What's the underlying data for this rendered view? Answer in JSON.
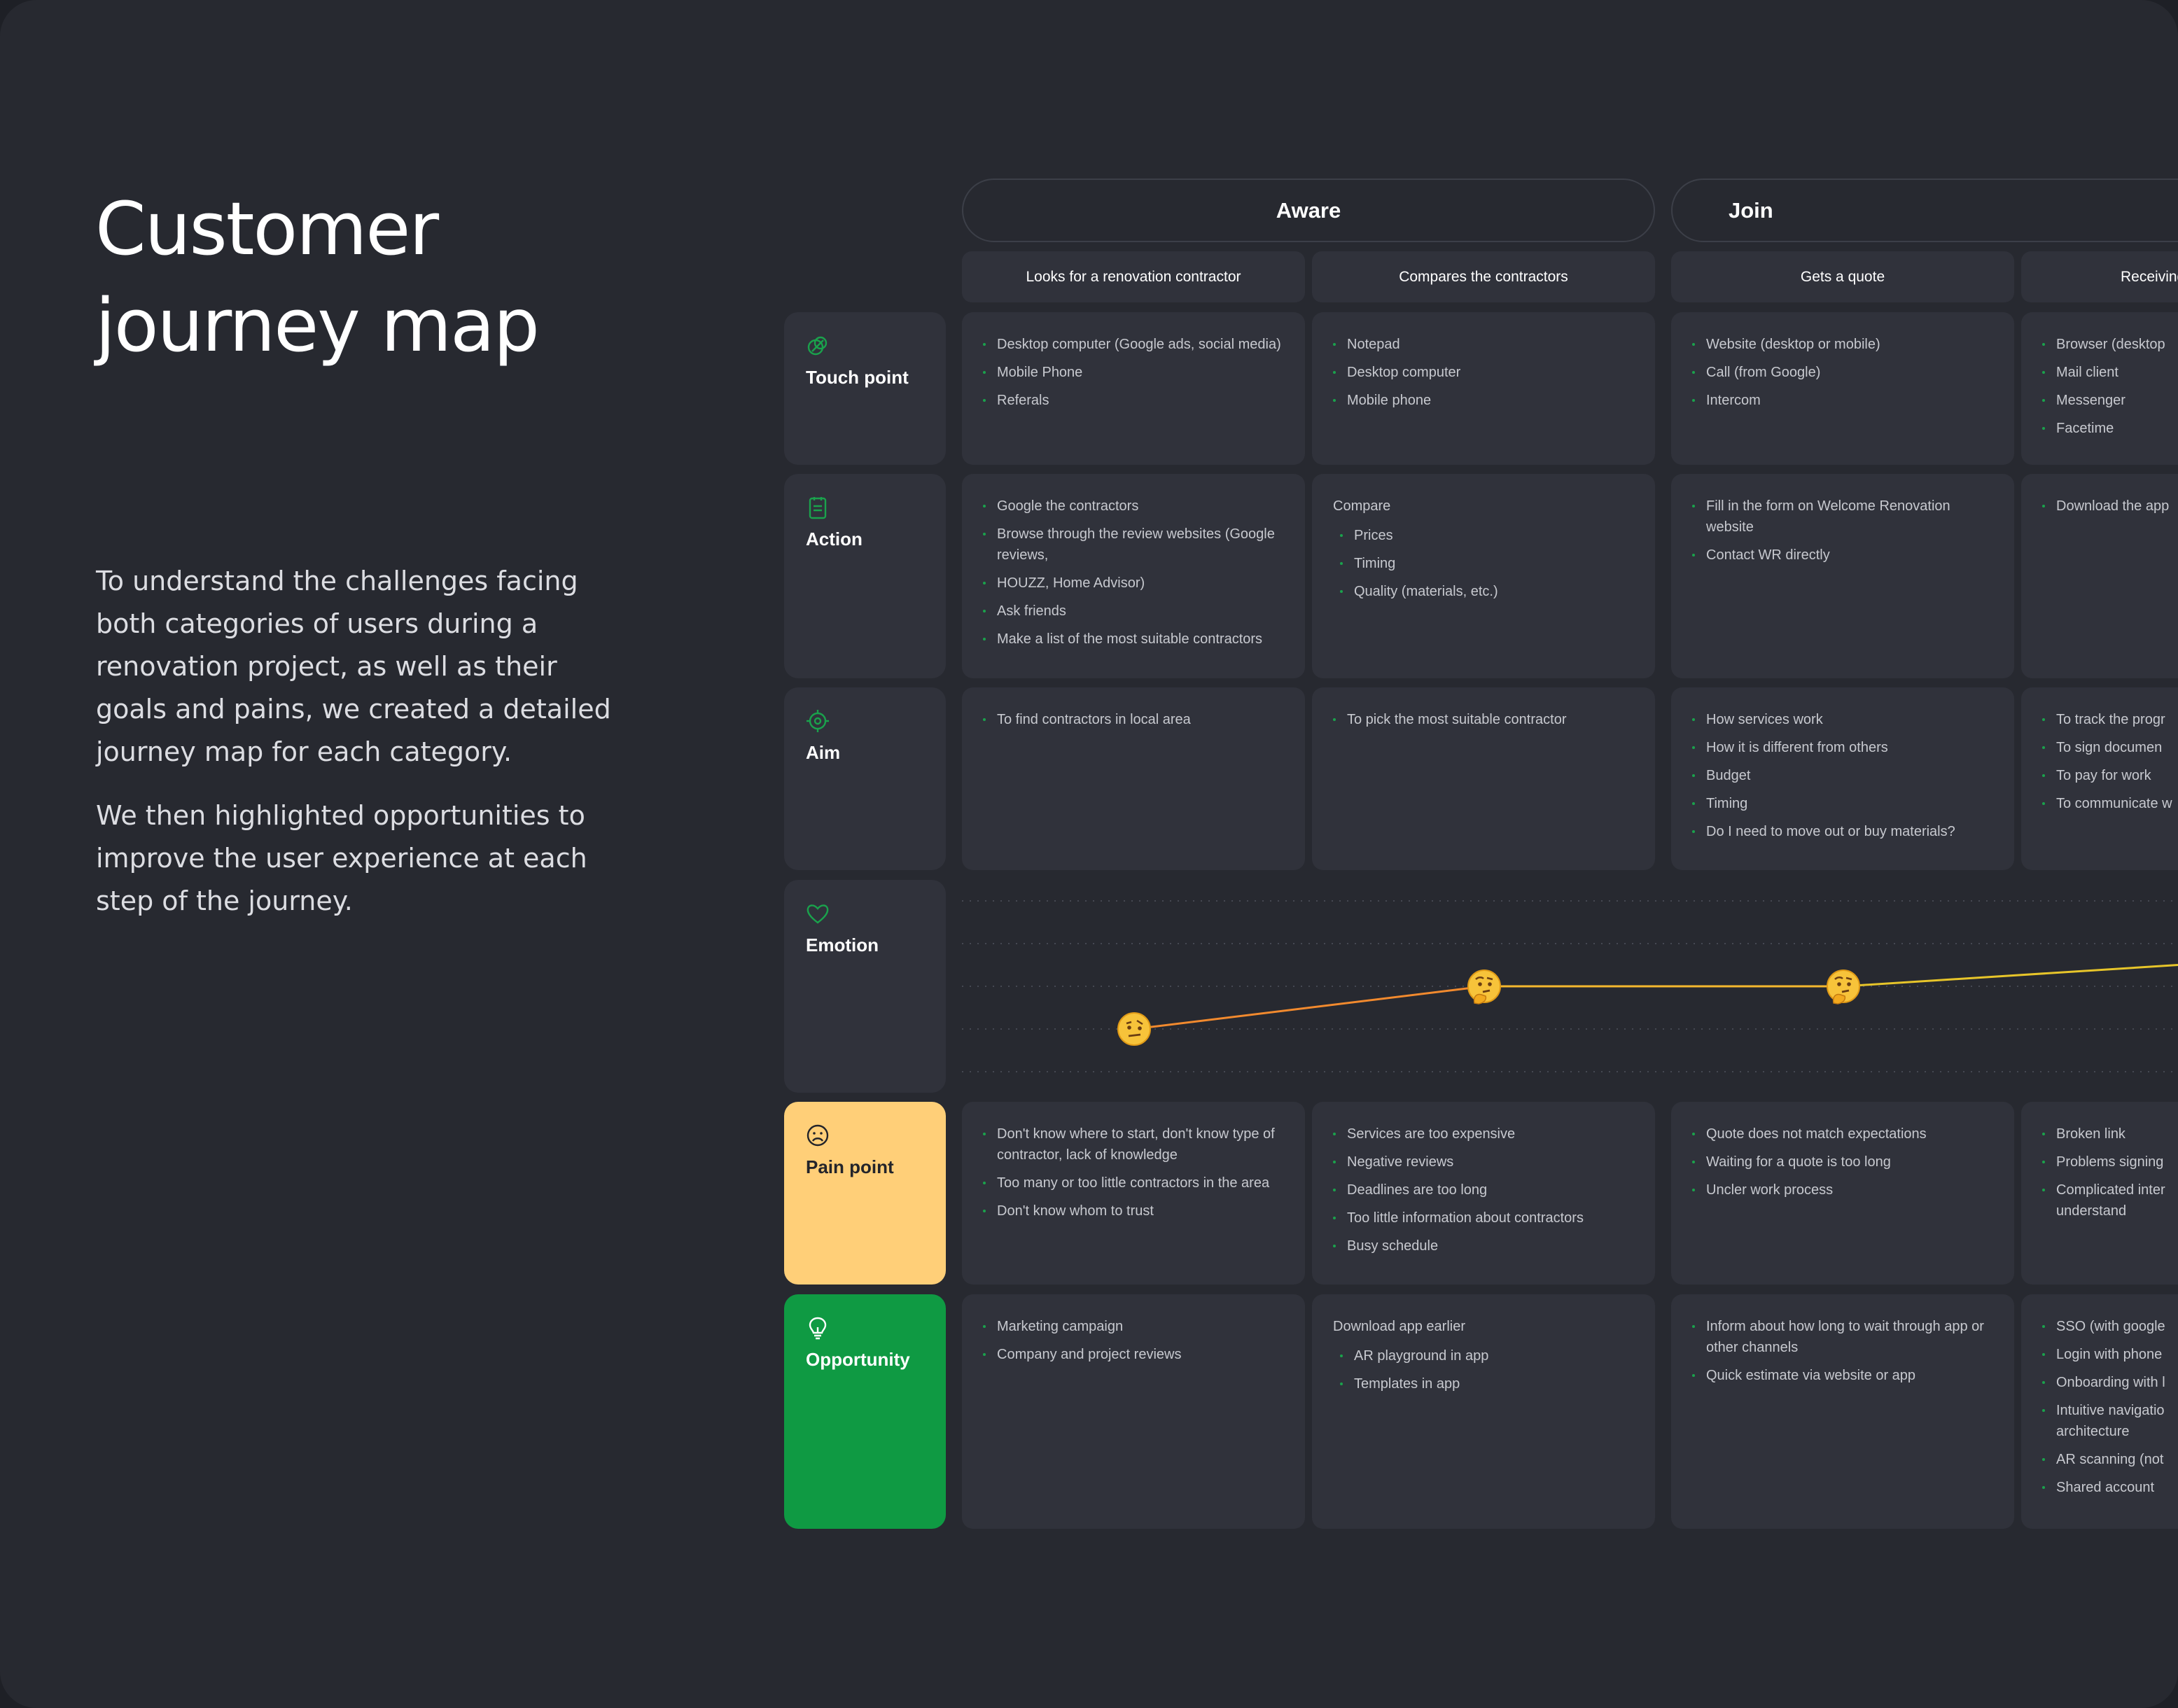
{
  "title": [
    "Customer",
    "journey map"
  ],
  "intro": [
    "To understand the challenges facing both categories of users during a renovation project, as well as their goals and pains, we created a detailed journey map for each category.",
    "We then highlighted opportunities to improve the user experience at each step of the journey."
  ],
  "stages": [
    "Aware",
    "Join"
  ],
  "steps": [
    "Looks for a renovation contractor",
    "Compares the contractors",
    "Gets a quote",
    "Receiving"
  ],
  "rows": [
    {
      "label": "Touch point",
      "icon": "touch-point-icon"
    },
    {
      "label": "Action",
      "icon": "clipboard-icon"
    },
    {
      "label": "Aim",
      "icon": "target-icon"
    },
    {
      "label": "Emotion",
      "icon": "heart-icon"
    },
    {
      "label": "Pain point",
      "icon": "sad-face-icon"
    },
    {
      "label": "Opportunity",
      "icon": "lightbulb-icon"
    }
  ],
  "cells": {
    "touch": [
      {
        "items": [
          "Desktop computer (Google ads, social media)",
          "Mobile Phone",
          "Referals"
        ]
      },
      {
        "items": [
          "Notepad",
          "Desktop computer",
          "Mobile phone"
        ]
      },
      {
        "items": [
          "Website (desktop or mobile)",
          "Call (from Google)",
          "Intercom"
        ]
      },
      {
        "items": [
          "Browser (desktop",
          "Mail client",
          "Messenger",
          "Facetime"
        ]
      }
    ],
    "action": [
      {
        "items": [
          "Google the contractors",
          "Browse through the review websites (Google reviews,",
          "HOUZZ, Home Advisor)",
          "Ask friends",
          "Make a list of the most suitable contractors"
        ]
      },
      {
        "head": "Compare",
        "items": [
          "Prices",
          "Timing",
          "Quality (materials, etc.)"
        ]
      },
      {
        "items": [
          "Fill in the form on Welcome Renovation website",
          "Contact WR directly"
        ]
      },
      {
        "items": [
          "Download the app"
        ]
      }
    ],
    "aim": [
      {
        "items": [
          "To find contractors in local area"
        ]
      },
      {
        "items": [
          "To pick the most suitable contractor"
        ]
      },
      {
        "items": [
          "How services work",
          "How it is different from others",
          "Budget",
          "Timing",
          "Do I need to move out or buy materials?"
        ]
      },
      {
        "items": [
          "To track the progr",
          "To sign documen",
          "To pay for work",
          "To communicate w"
        ]
      }
    ],
    "pain": [
      {
        "items": [
          "Don't know where to start, don't know type of contractor, lack of knowledge",
          "Too many or too little contractors in the area",
          "Don't know whom to trust"
        ]
      },
      {
        "items": [
          "Services are too expensive",
          "Negative reviews",
          "Deadlines are too long",
          "Too little information about contractors",
          "Busy schedule"
        ]
      },
      {
        "items": [
          "Quote does not match expectations",
          "Waiting for a quote is too long",
          "Uncler work process"
        ]
      },
      {
        "items": [
          "Broken link",
          "Problems signing",
          "Complicated inter understand"
        ]
      }
    ],
    "opp": [
      {
        "items": [
          "Marketing campaign",
          "Company and project reviews"
        ]
      },
      {
        "head": "Download app earlier",
        "items": [
          "AR playground in app",
          "Templates in app"
        ]
      },
      {
        "items": [
          "Inform about how long to wait through app or other channels",
          "Quick estimate via website or app"
        ]
      },
      {
        "items": [
          "SSO (with google",
          "Login with phone",
          "Onboarding with l",
          "Intuitive navigatio architecture",
          "AR scanning (not",
          "Shared account"
        ]
      }
    ]
  },
  "emotion": {
    "levels": 5,
    "points": [
      {
        "step": "Looks for a renovation contractor",
        "level": 2,
        "face": "skeptical"
      },
      {
        "step": "Compares the contractors",
        "level": 3,
        "face": "thinking"
      },
      {
        "step": "Gets a quote",
        "level": 3,
        "face": "thinking"
      },
      {
        "step": "Receiving",
        "level": 3.5,
        "face": ""
      }
    ],
    "line_colors": [
      "#f28a2e",
      "#f5b82e",
      "#e7c52a"
    ]
  }
}
